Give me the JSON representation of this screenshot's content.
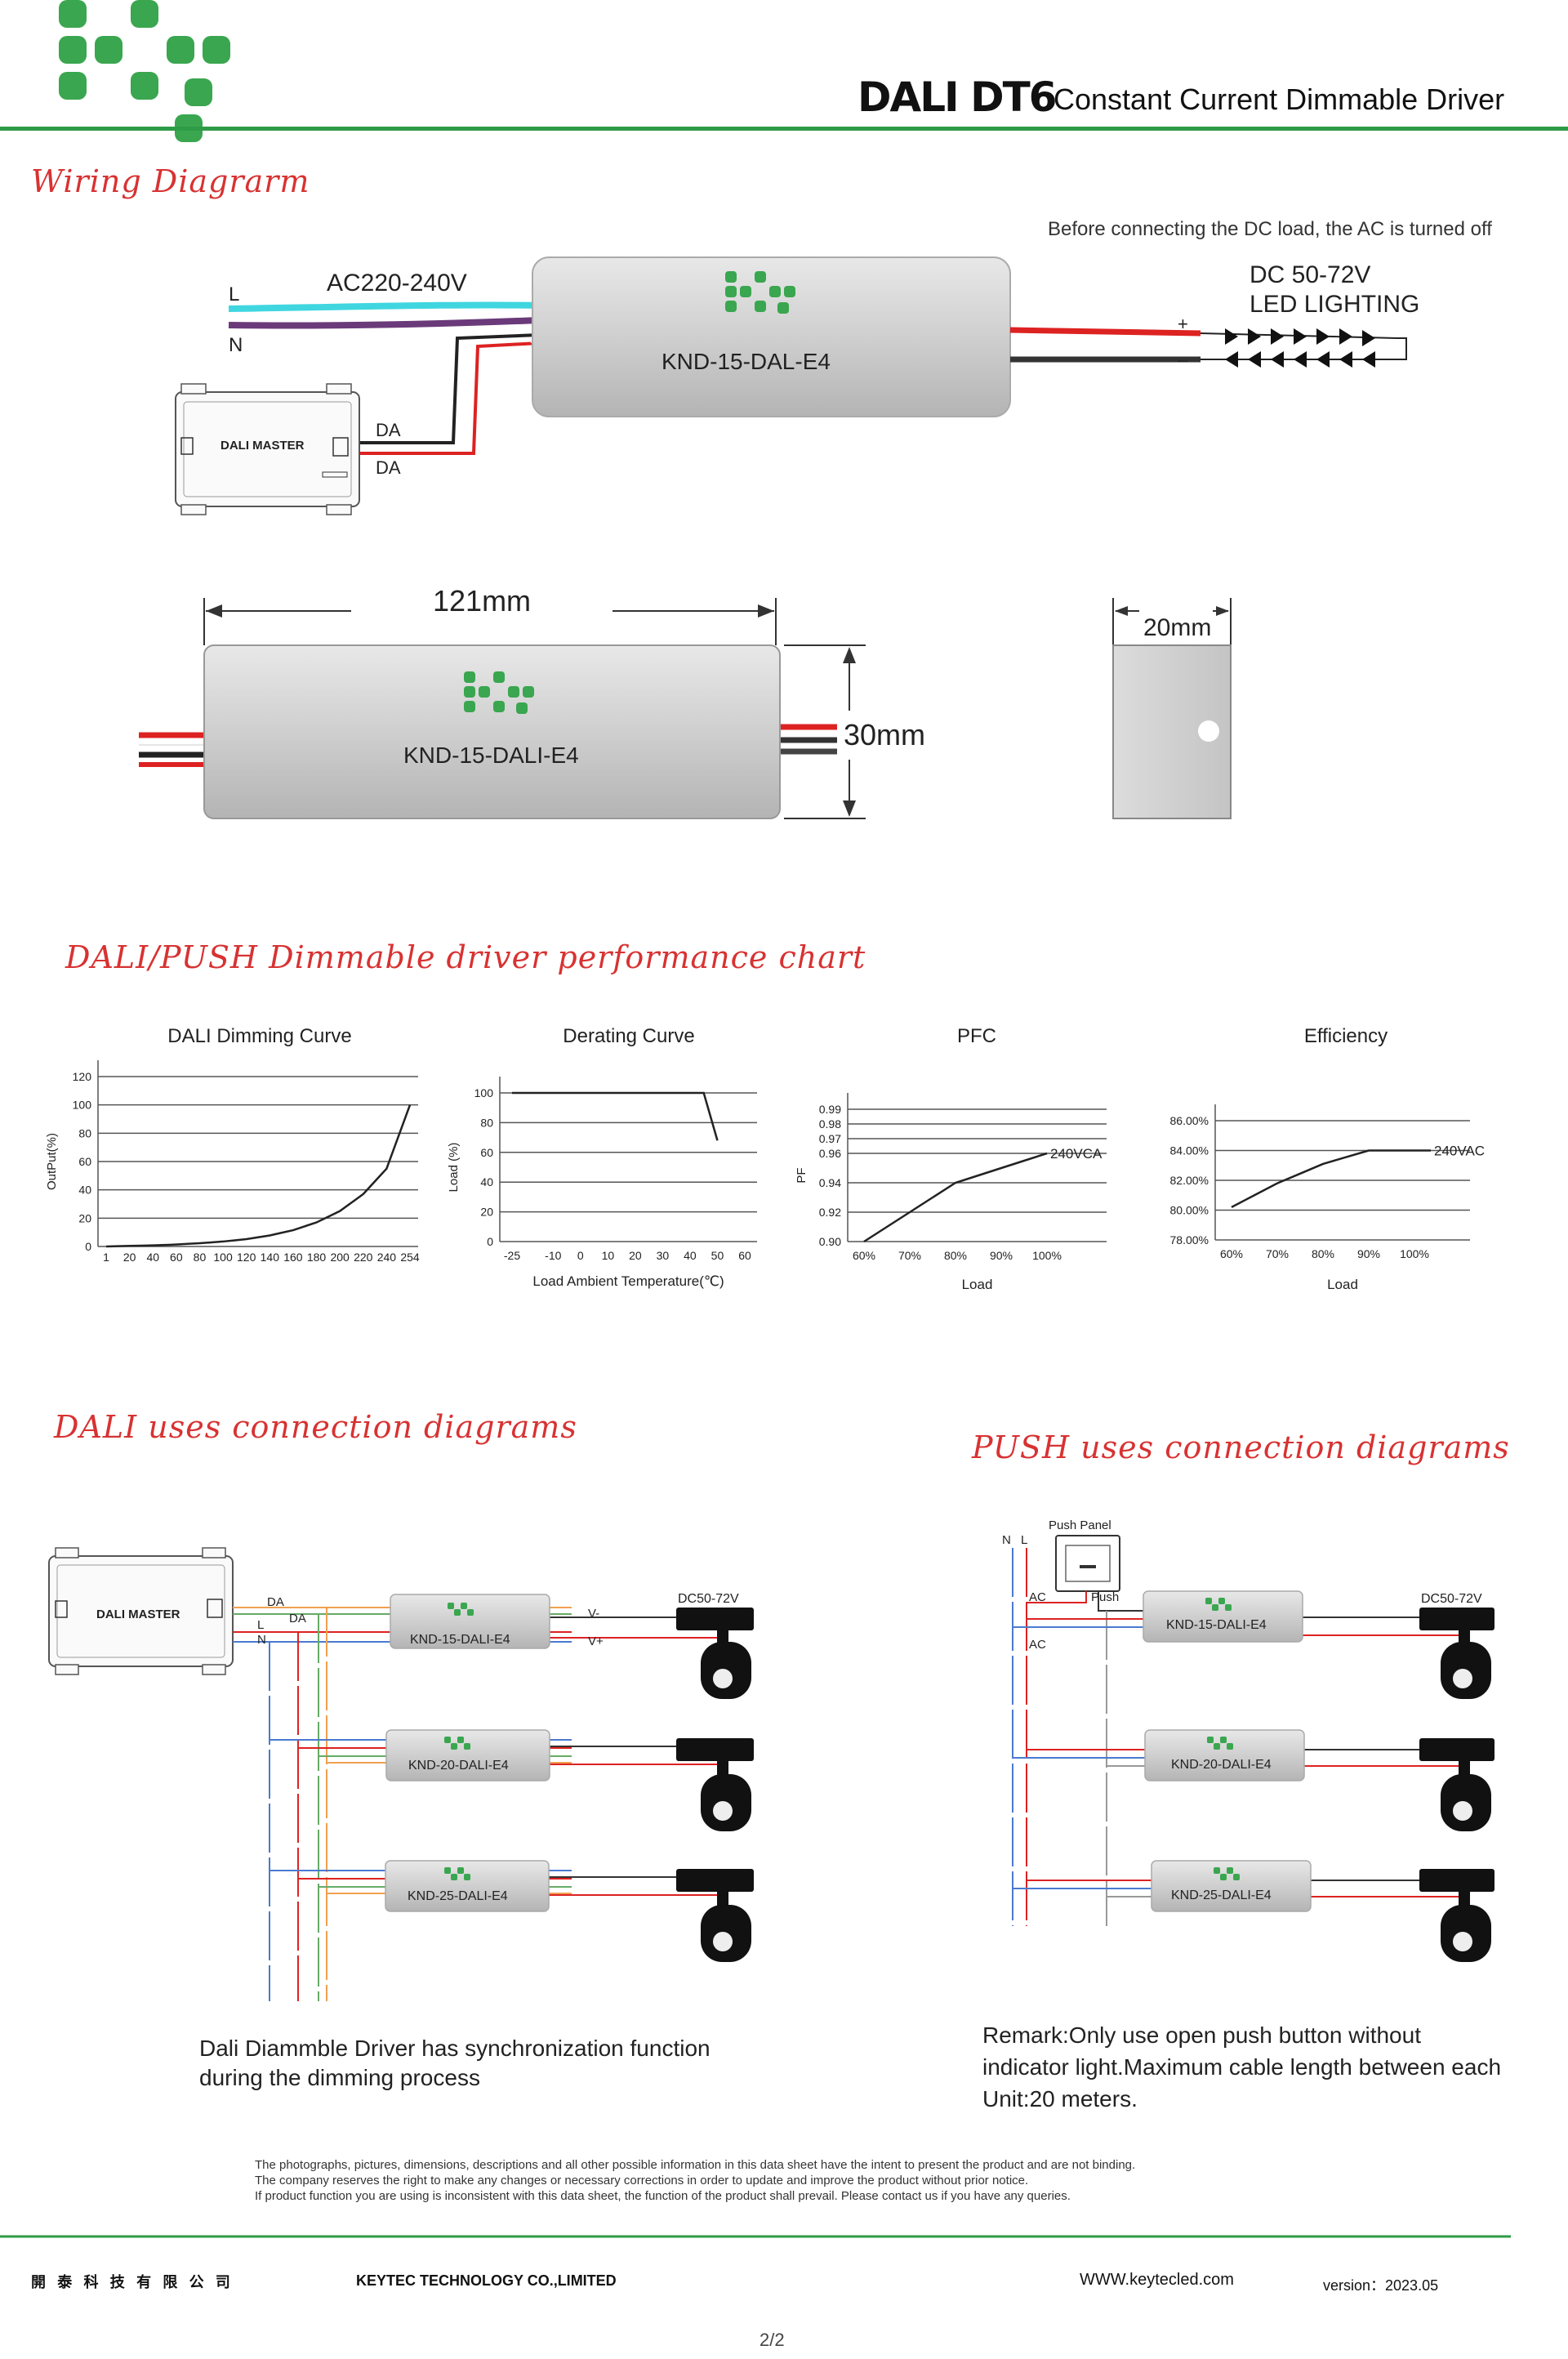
{
  "header": {
    "title_bold": "DALI DT6",
    "title_rest": "Constant Current Dimmable Driver",
    "brand_color": "#2e9b47",
    "logo_color": "#3aa64f"
  },
  "wiring": {
    "section_title": "Wiring Diagrarm",
    "note": "Before connecting the DC load, the AC is turned off",
    "l_label": "L",
    "n_label": "N",
    "ac_label": "AC220-240V",
    "model": "KND-15-DAL-E4",
    "dc_label": "DC 50-72V",
    "led_label": "LED LIGHTING",
    "plus": "+",
    "minus": "–",
    "da1": "DA",
    "da2": "DA",
    "dali_master": "DALI MASTER"
  },
  "dimensions": {
    "length": "121mm",
    "height": "30mm",
    "width": "20mm",
    "model": "KND-15-DALI-E4"
  },
  "performance": {
    "section_title": "DALI/PUSH Dimmable driver  performance chart"
  },
  "chart_data": [
    {
      "type": "line",
      "title": "DALI Dimming Curve",
      "ylabel": "OutPut(%)",
      "xlabel": "",
      "x": [
        1,
        20,
        40,
        60,
        80,
        100,
        120,
        140,
        160,
        180,
        200,
        220,
        240,
        254
      ],
      "x_ticks": [
        "1",
        "20",
        "40",
        "60",
        "80",
        "100",
        "120",
        "140",
        "160",
        "180",
        "200",
        "220",
        "240",
        "254"
      ],
      "y_ticks": [
        "0",
        "20",
        "40",
        "60",
        "80",
        "100",
        "120"
      ],
      "ylim": [
        0,
        120
      ],
      "series": [
        {
          "values": [
            0,
            0.4,
            0.8,
            1.4,
            2.3,
            3.5,
            5.2,
            7.8,
            11.5,
            17,
            25,
            37,
            55,
            100
          ]
        }
      ]
    },
    {
      "type": "line",
      "title": "Derating Curve",
      "ylabel": "Load  (%)",
      "xlabel": "Load Ambient Temperature(℃)",
      "x": [
        -25,
        45,
        50
      ],
      "x_ticks": [
        "-25",
        "-10",
        "0",
        "10",
        "20",
        "30",
        "40",
        "50",
        "60"
      ],
      "y_ticks": [
        "0",
        "20",
        "40",
        "60",
        "80",
        "100"
      ],
      "ylim": [
        0,
        100
      ],
      "series": [
        {
          "values": [
            100,
            100,
            68
          ]
        }
      ]
    },
    {
      "type": "line",
      "title": "PFC",
      "ylabel": "PF",
      "xlabel": "Load",
      "x": [
        "60%",
        "70%",
        "80%",
        "90%",
        "100%"
      ],
      "y_ticks": [
        "0.90",
        "0.92",
        "0.94",
        "0.96",
        "0.97",
        "0.98",
        "0.99"
      ],
      "ylim": [
        0.9,
        0.99
      ],
      "series": [
        {
          "name": "240VCA",
          "values": [
            0.9,
            0.92,
            0.94,
            0.95,
            0.96
          ]
        }
      ]
    },
    {
      "type": "line",
      "title": "Efficiency",
      "ylabel": "",
      "xlabel": "Load",
      "x": [
        "60%",
        "70%",
        "80%",
        "90%",
        "100%"
      ],
      "y_ticks": [
        "78.00%",
        "80.00%",
        "82.00%",
        "84.00%",
        "86.00%"
      ],
      "ylim": [
        78,
        86
      ],
      "series": [
        {
          "name": "240VAC",
          "values": [
            80.2,
            81.8,
            83.1,
            84.0,
            84.0
          ]
        }
      ]
    }
  ],
  "dali_conn": {
    "section_title": "DALI uses connection diagrams",
    "dali_master": "DALI MASTER",
    "da1": "DA",
    "da2": "DA",
    "l": "L",
    "n": "N",
    "v_minus": "V-",
    "v_plus": "V+",
    "dc": "DC50-72V",
    "models": [
      "KND-15-DALI-E4",
      "KND-20-DALI-E4",
      "KND-25-DALI-E4"
    ],
    "note": "Dali Diammble Driver has synchronization function during the dimming process"
  },
  "push_conn": {
    "section_title": "PUSH uses connection diagrams",
    "push_panel": "Push Panel",
    "n": "N",
    "l": "L",
    "ac1": "AC",
    "ac2": "AC",
    "push": "Push",
    "dc": "DC50-72V",
    "models": [
      "KND-15-DALI-E4",
      "KND-20-DALI-E4",
      "KND-25-DALI-E4"
    ],
    "note": "Remark:Only use open push button without indicator light.Maximum cable length between each Unit:20 meters."
  },
  "disclaimer": [
    "The photographs, pictures, dimensions, descriptions and all other possible information in this data sheet have the intent to present the product and are not binding.",
    "The company reserves the right to make any changes or necessary corrections in order to update and improve the product without prior notice.",
    "If product function you are using is inconsistent with this data sheet, the function of the product shall prevail. Please contact us if you have any queries."
  ],
  "footer": {
    "cn_name": "開 泰 科 技 有 限 公 司",
    "company": "KEYTEC TECHNOLOGY CO.,LIMITED",
    "website": "WWW.keytecled.com",
    "version": "version：2023.05",
    "page": "2/2"
  }
}
